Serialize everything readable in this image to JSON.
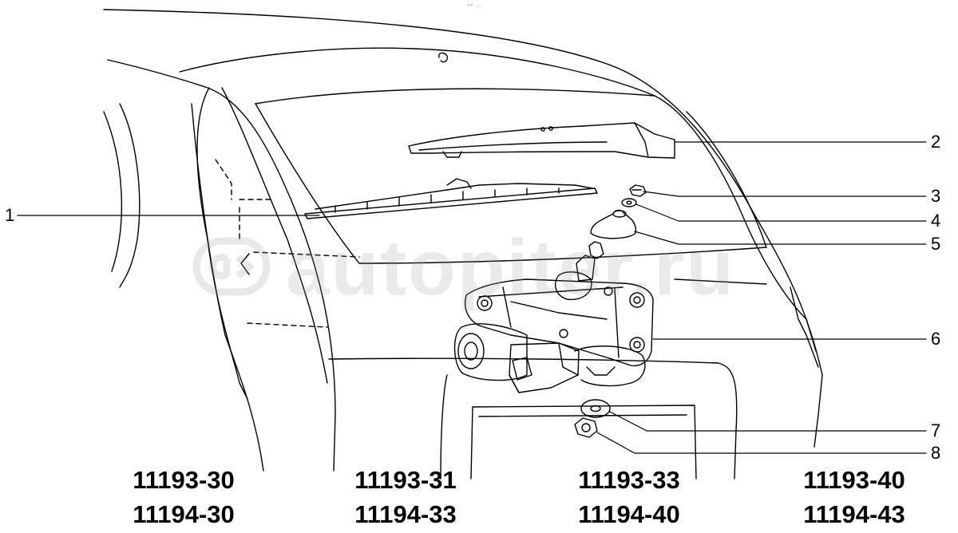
{
  "callouts": [
    "1",
    "2",
    "3",
    "4",
    "5",
    "6",
    "7",
    "8"
  ],
  "watermark": {
    "text": "autopiter.ru",
    "logo": "autopiter-logo-icon"
  },
  "top_mark": "°° ···",
  "codes": {
    "row1": [
      "11193-30",
      "11193-31",
      "11193-33",
      "11193-40"
    ],
    "row2": [
      "11194-30",
      "11194-33",
      "11194-40",
      "11194-43"
    ]
  }
}
